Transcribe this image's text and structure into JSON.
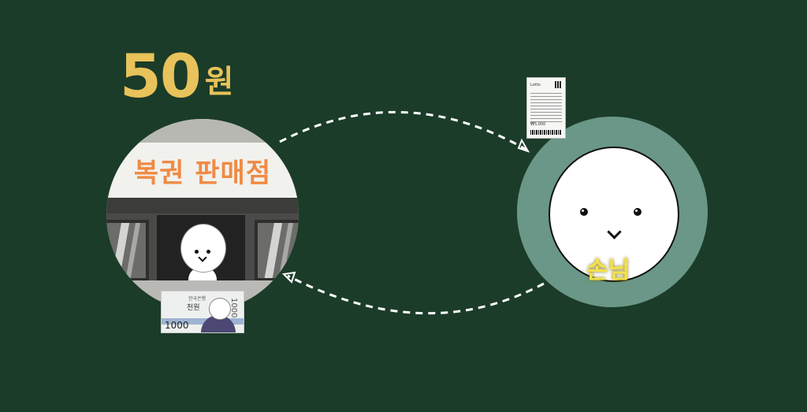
{
  "price": {
    "amount": "50",
    "unit": "원"
  },
  "shop": {
    "sign": "복권 판매점"
  },
  "banknote": {
    "denomination": "1000",
    "name": "천원",
    "header": "한국은행"
  },
  "customer": {
    "label": "손님"
  },
  "ticket": {
    "brand": "Lotto",
    "price": "₩5,000"
  },
  "colors": {
    "background": "#1b3c29",
    "amount": "#e8c25a",
    "sign_text": "#f08a43",
    "customer_ring": "#6a9787",
    "customer_label": "#f2e24c"
  }
}
